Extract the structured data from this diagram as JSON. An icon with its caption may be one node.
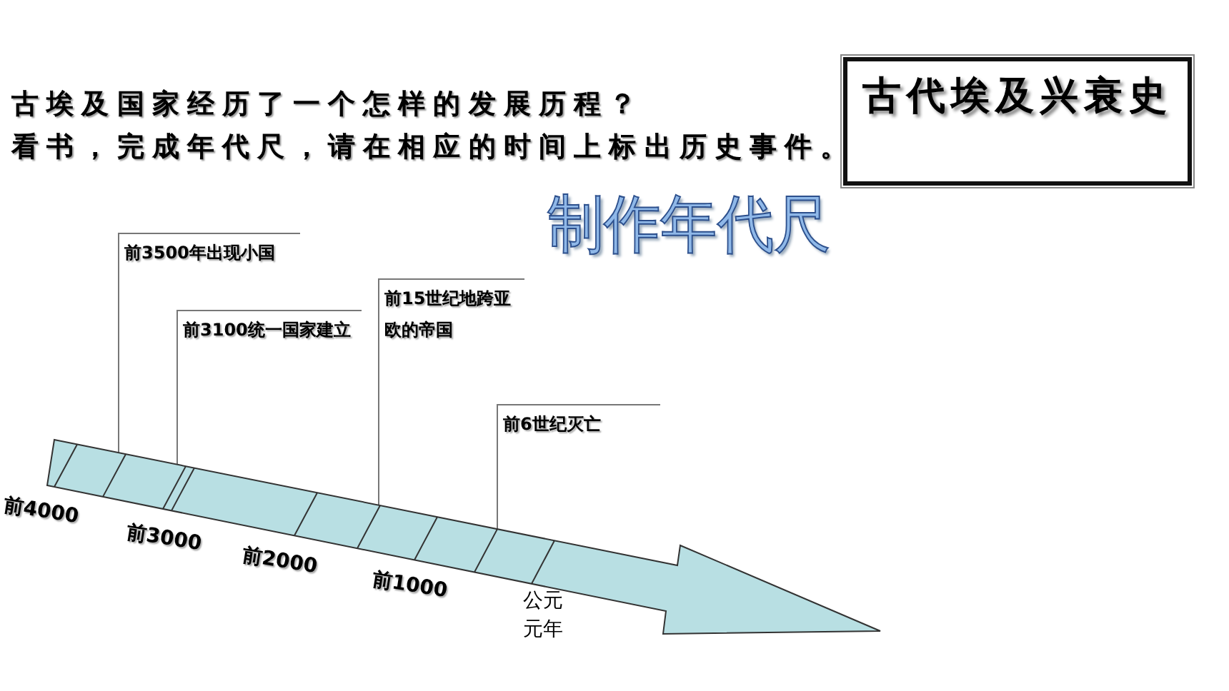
{
  "diagram": {
    "nodes": [
      {
        "text": [
          "古代埃及兴衰史"
        ]
      },
      {
        "text": [
          "前3500年出现小国"
        ]
      },
      {
        "text": [
          "前3100统一国家建立"
        ]
      },
      {
        "text": [
          "前15世纪地跨亚欧的帝国"
        ]
      },
      {
        "text": [
          "前6世纪灭亡"
        ]
      },
      {
        "text": [],
        "shape": "arrow"
      }
    ],
    "edges": [
      {
        "from": 1,
        "to": 5,
        "arrow": "none"
      },
      {
        "from": 2,
        "to": 5,
        "arrow": "none"
      },
      {
        "from": 3,
        "to": 5,
        "arrow": "none"
      },
      {
        "from": 4,
        "to": 5,
        "arrow": "none"
      }
    ],
    "labels": [
      "古埃及国家经历了一个怎样的发展历程？",
      "看书，完成年代尺，请在相应的时间上标出历史事件。",
      "制作年代尺",
      "前4000",
      "前3000",
      "前2000",
      "前1000",
      "公元元年"
    ]
  }
}
